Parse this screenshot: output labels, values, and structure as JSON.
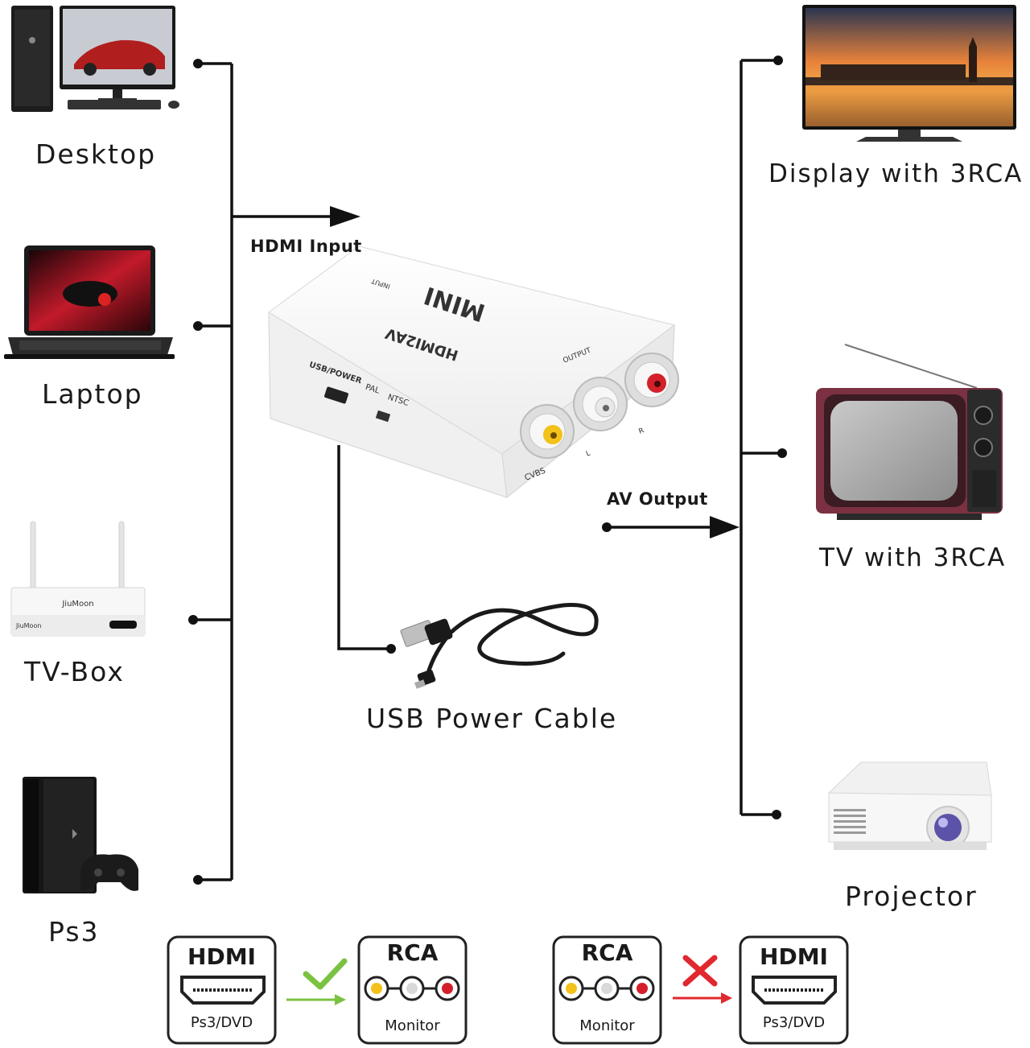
{
  "devices": {
    "desktop": "Desktop",
    "laptop": "Laptop",
    "tv_box": "TV-Box",
    "ps3": "Ps3",
    "display": "Display with 3RCA",
    "tv": "TV with 3RCA",
    "projector": "Projector",
    "usb_cable": "USB Power Cable"
  },
  "connections": {
    "hdmi_input": "HDMI Input",
    "av_output": "AV Output"
  },
  "adapter": {
    "brand": "MINI",
    "model": "HDMI2AV",
    "input_label": "INPUT",
    "output_label": "OUTPUT",
    "usb_label": "USB/POWER",
    "pal_label": "PAL",
    "ntsc_label": "NTSC",
    "cvbs_label": "CVBS",
    "l_label": "L",
    "r_label": "R"
  },
  "device_brands": {
    "tv_box_brand": "JiuMoon"
  },
  "compat": {
    "supported": {
      "from_title": "HDMI",
      "from_sub": "Ps3/DVD",
      "to_title": "RCA",
      "to_sub": "Monitor",
      "mark": "check-icon",
      "color": "#7cc242"
    },
    "unsupported": {
      "from_title": "RCA",
      "from_sub": "Monitor",
      "to_title": "HDMI",
      "to_sub": "Ps3/DVD",
      "mark": "cross-icon",
      "color": "#e0282e"
    }
  },
  "colors": {
    "line": "#111111",
    "rca_yellow": "#f2c21b",
    "rca_white": "#e8e8e8",
    "rca_red": "#d4202a",
    "ok_green": "#7cc242",
    "no_red": "#e0282e"
  }
}
